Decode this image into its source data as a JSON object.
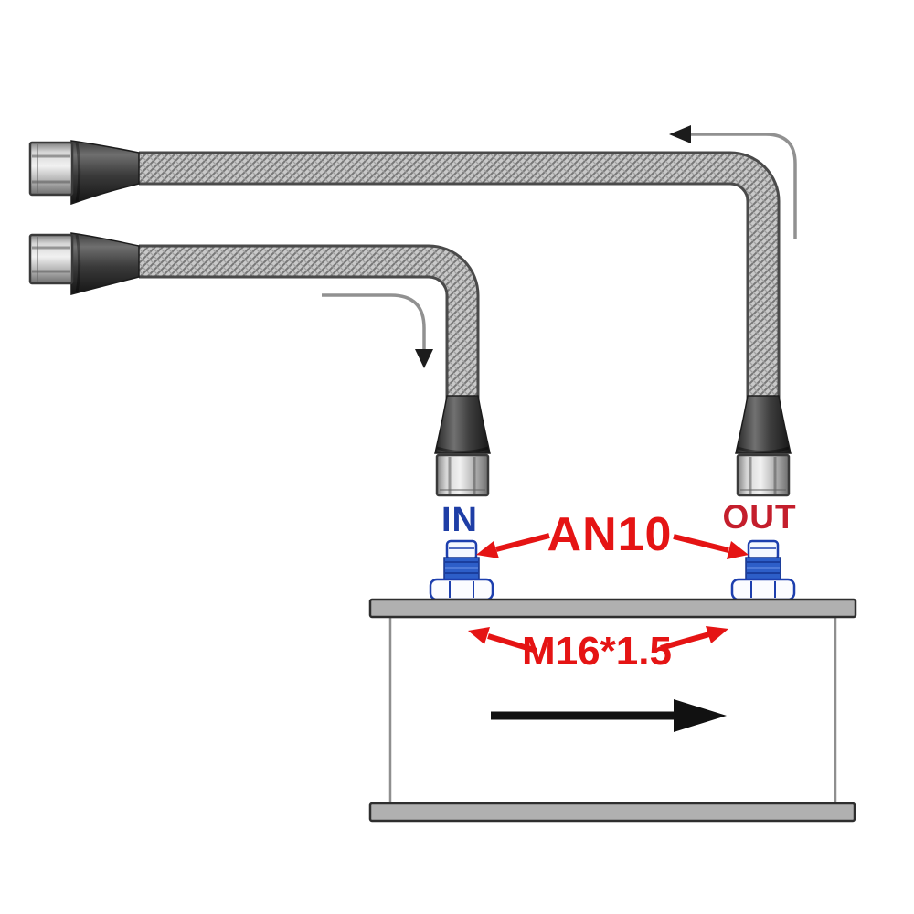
{
  "diagram": {
    "title": "Braided hose to oil cooler installation diagram",
    "labels": {
      "in_port": "IN",
      "out_port": "OUT",
      "fitting_standard": "AN10",
      "thread_spec": "M16*1.5"
    },
    "colors": {
      "annotation_red": "#e51414",
      "in_label_blue": "#1e3ea6",
      "out_label_red": "#c41e2c",
      "fitting_blue": "#2d5ec8",
      "fitting_blue_dark": "#16348c",
      "plate_gray": "#b0b0b0",
      "hose_braid_gray": "#c9c9c9",
      "flow_arrow_black": "#111111",
      "guide_arrow_gray": "#919191"
    },
    "flow": {
      "cooler_direction": "left-to-right",
      "in_hose_direction": "down-into-IN-port",
      "out_hose_direction": "up-and-left-out-of-OUT-port"
    }
  }
}
